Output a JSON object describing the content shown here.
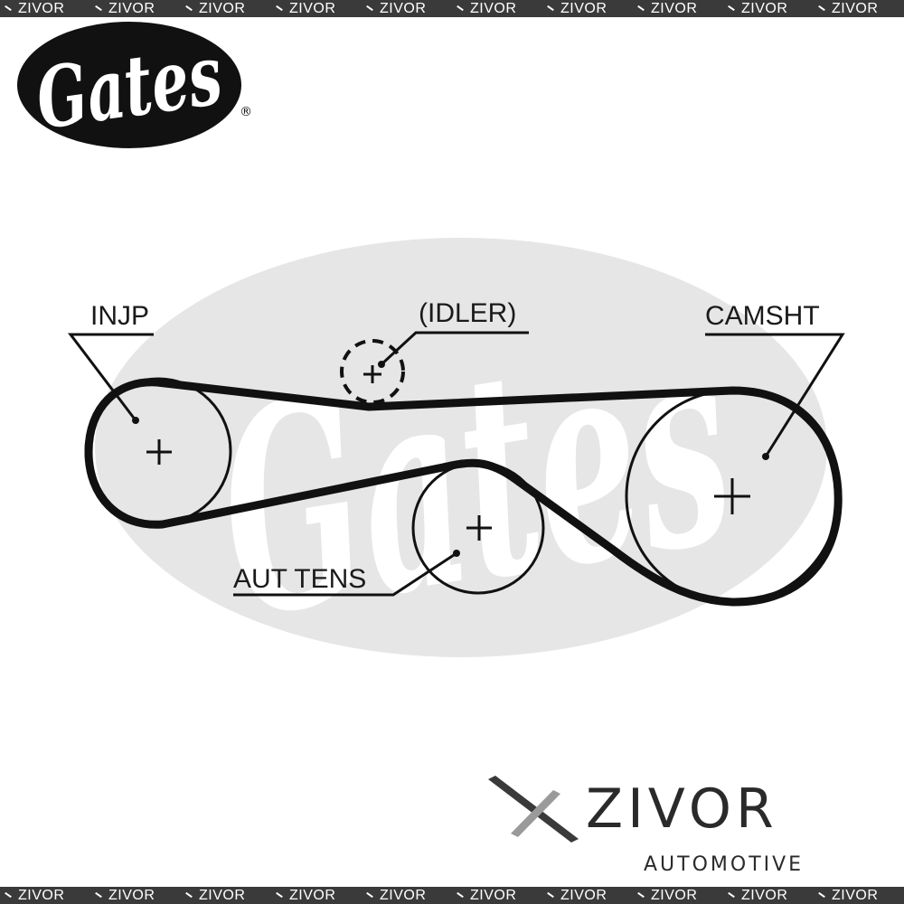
{
  "banner": {
    "text": "ZIVOR",
    "repeat": 10
  },
  "logo": {
    "text": "Gates",
    "registered": "®"
  },
  "diagram": {
    "labels": {
      "injp": "INJP",
      "idler": "(IDLER)",
      "camsht": "CAMSHT",
      "aut_tens": "AUT TENS"
    },
    "colors": {
      "belt": "#111111",
      "watermark": "#e6e6e6",
      "ink": "#1a1a1a"
    }
  },
  "brand": {
    "name": "ZIVOR",
    "tagline": "AUTOMOTIVE"
  }
}
